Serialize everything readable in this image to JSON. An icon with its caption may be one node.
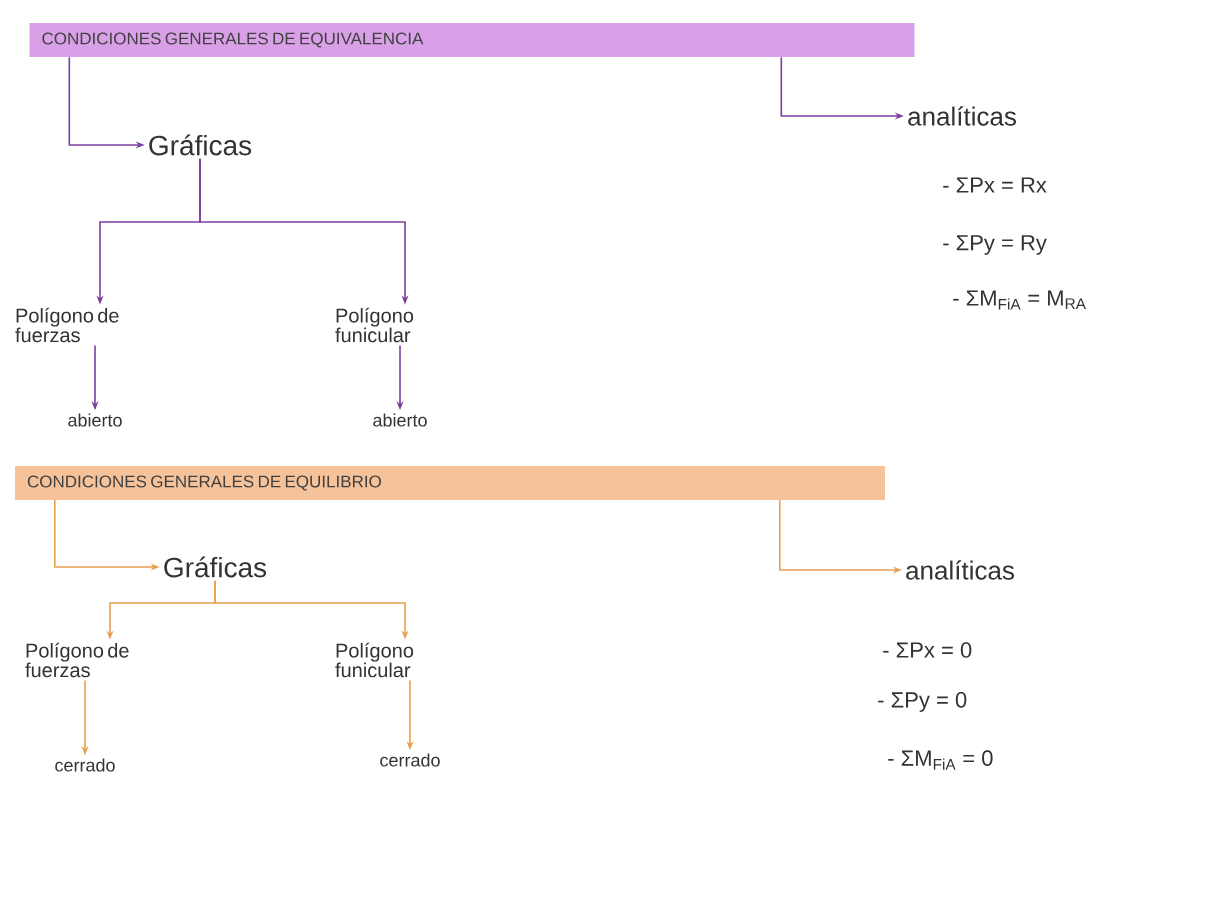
{
  "diagram": {
    "nodes": [
      {
        "text": [
          "CONDICIONES GENERALES DE EQUIVALENCIA"
        ]
      },
      {
        "text": [
          "Gráficas"
        ]
      },
      {
        "text": [
          "analíticas"
        ]
      },
      {
        "text": [
          "Polígono de fuerzas"
        ]
      },
      {
        "text": [
          "Polígono funicular"
        ]
      },
      {
        "text": [
          "abierto"
        ]
      },
      {
        "text": [
          "abierto"
        ]
      },
      {
        "text": [
          "CONDICIONES GENERALES DE EQUILIBRIO"
        ]
      },
      {
        "text": [
          "Gráficas"
        ]
      },
      {
        "text": [
          "analíticas"
        ]
      },
      {
        "text": [
          "Polígono de fuerzas"
        ]
      },
      {
        "text": [
          "Polígono funicular"
        ]
      },
      {
        "text": [
          "cerrado"
        ]
      },
      {
        "text": [
          "cerrado"
        ]
      }
    ],
    "edges": [
      {
        "from": 0,
        "to": 1,
        "arrow": "to",
        "color": "#7b3fa0"
      },
      {
        "from": 0,
        "to": 2,
        "arrow": "to",
        "color": "#7b3fa0"
      },
      {
        "from": 1,
        "to": 3,
        "arrow": "to",
        "color": "#7b3fa0"
      },
      {
        "from": 1,
        "to": 4,
        "arrow": "to",
        "color": "#7b3fa0"
      },
      {
        "from": 3,
        "to": 5,
        "arrow": "to",
        "color": "#7b3fa0"
      },
      {
        "from": 4,
        "to": 6,
        "arrow": "to",
        "color": "#7b3fa0"
      },
      {
        "from": 7,
        "to": 8,
        "arrow": "to",
        "color": "#e8a050"
      },
      {
        "from": 7,
        "to": 9,
        "arrow": "to",
        "color": "#e8a050"
      },
      {
        "from": 8,
        "to": 10,
        "arrow": "to",
        "color": "#e8a050"
      },
      {
        "from": 8,
        "to": 11,
        "arrow": "to",
        "color": "#e8a050"
      },
      {
        "from": 10,
        "to": 12,
        "arrow": "to",
        "color": "#e8a050"
      },
      {
        "from": 11,
        "to": 13,
        "arrow": "to",
        "color": "#e8a050"
      }
    ],
    "labels": [
      "- ΣPx = Rx",
      "- ΣPy = Ry",
      "- ΣM$_{FiA}$ = M$_{RA}$",
      "- ΣPx = 0",
      "- ΣPy = 0",
      "- ΣM$_{FiA}$ = 0"
    ]
  }
}
